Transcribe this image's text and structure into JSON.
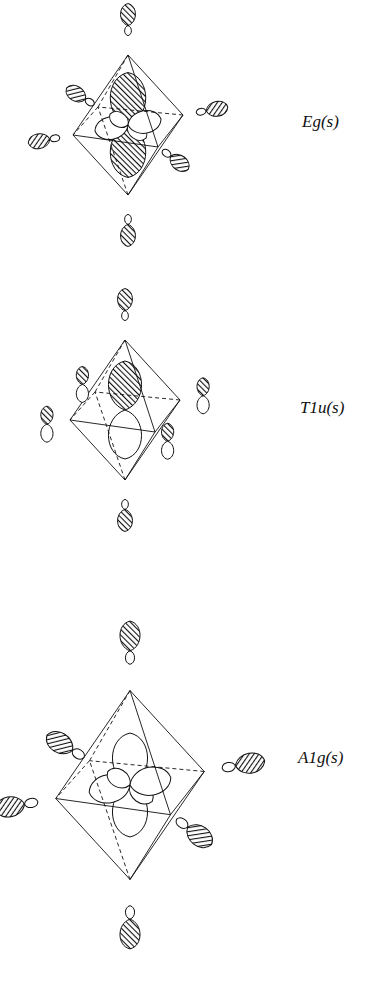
{
  "diagram": {
    "labels": [
      "Eg(s)",
      "T1u(s)",
      "A1g(s)"
    ]
  }
}
